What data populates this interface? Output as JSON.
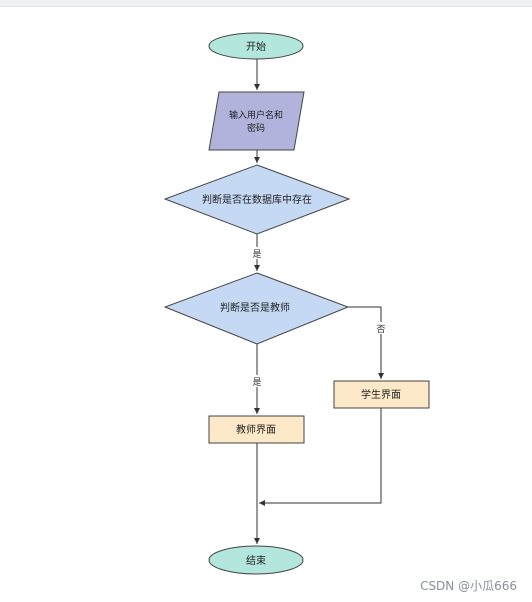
{
  "colors": {
    "terminal": "#b3e6dc",
    "io": "#b1b3dc",
    "decision": "#c5d9f5",
    "process": "#fde9c8",
    "stroke": "#444444",
    "edge": "#333333"
  },
  "nodes": {
    "start": "开始",
    "input_line1": "输入用户名和",
    "input_line2": "密码",
    "check_db": "判断是否在数据库中存在",
    "check_teacher": "判断是否是教师",
    "teacher_ui": "教师界面",
    "student_ui": "学生界面",
    "end": "结束"
  },
  "edges": {
    "db_yes": "是",
    "teacher_yes": "是",
    "teacher_no": "否"
  },
  "watermark": "CSDN @小瓜666"
}
